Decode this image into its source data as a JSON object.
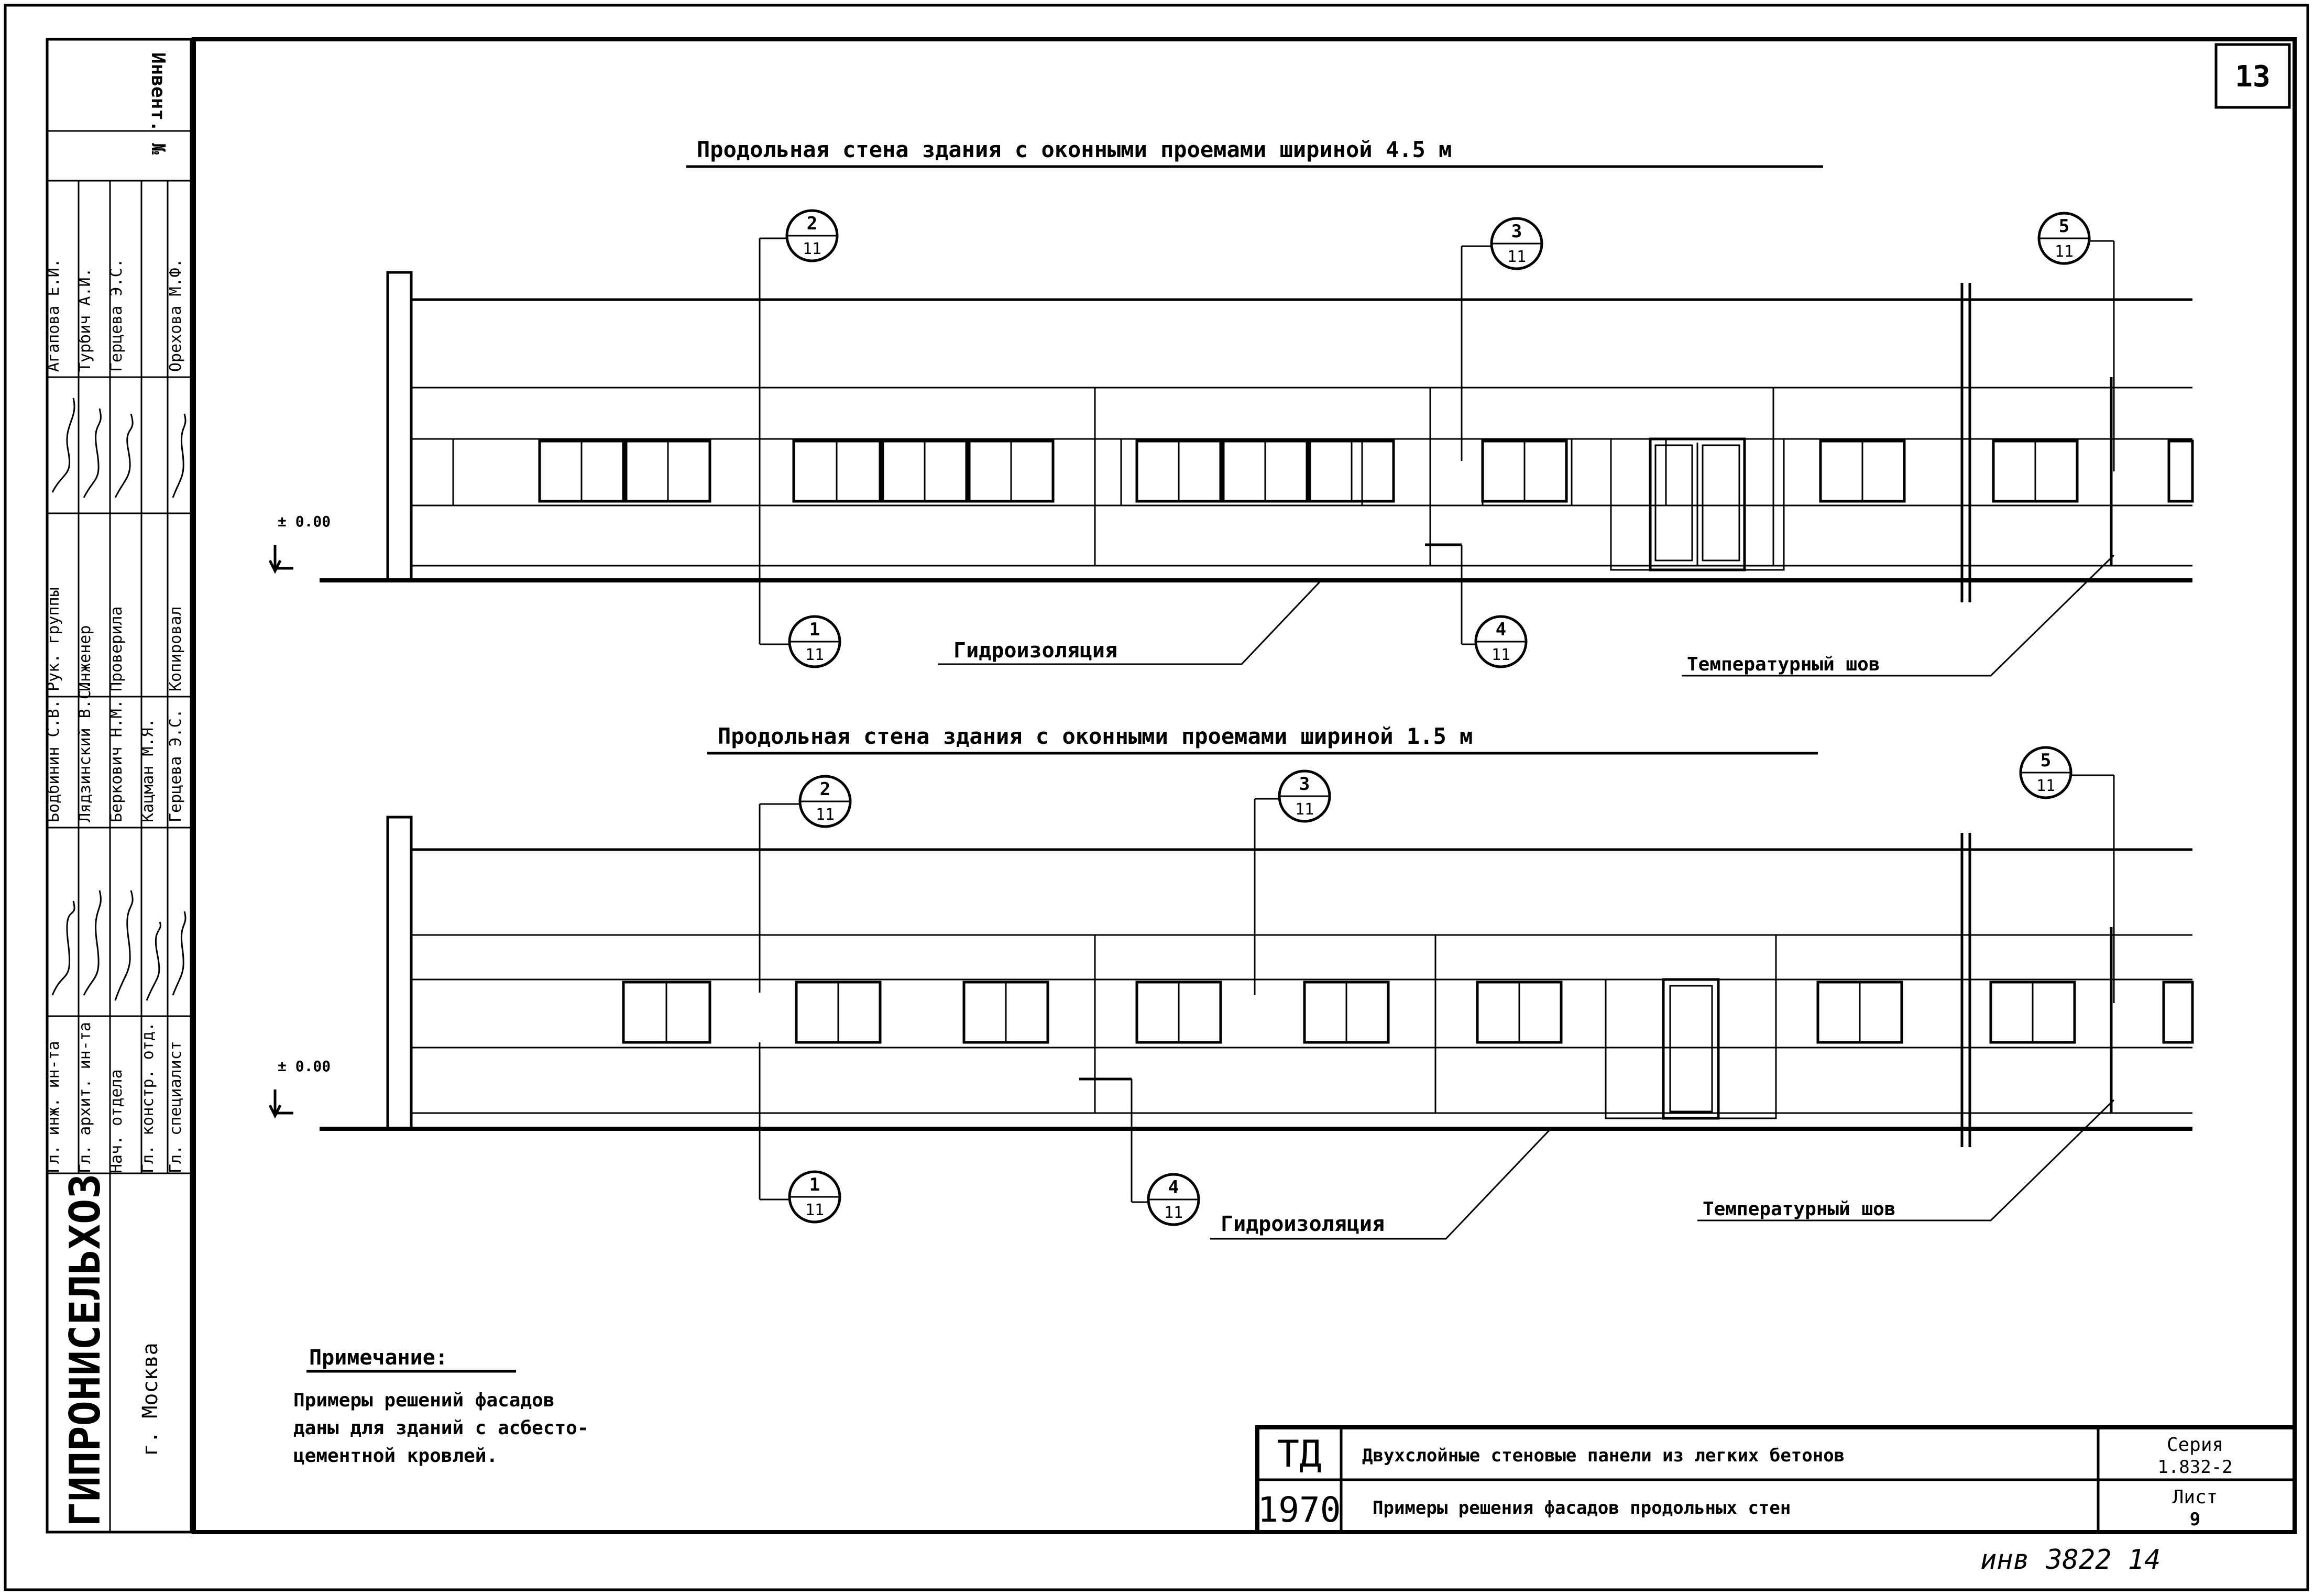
{
  "sheet_number": "13",
  "inventory_label": "Инвент. №",
  "left_stamp": {
    "titles": [
      "Гл. инж. ин-та",
      "Гл. архит. ин-та",
      "Нач. отдела",
      "Гл. констр. отд.",
      "Гл. специалист"
    ],
    "names": [
      "Бодбинин С.В.",
      "Лядзинский В.С.",
      "Беркович Н.М.",
      "Кацман М.Я.",
      "Герцева Э.С."
    ],
    "titles2": [
      "Рук. группы",
      "Инженер",
      "Проверила",
      "Копировал"
    ],
    "names2": [
      "Агапова Е.И.",
      "Турбич А.И.",
      "Герцева Э.С.",
      "Орехова М.Ф."
    ],
    "organization": "ГИПРОНИСЕЛЬХОЗ",
    "city": "г. Москва"
  },
  "facade1": {
    "title": "Продольная стена здания с оконными проемами шириной 4.5 м",
    "level_mark": "± 0.00",
    "callouts": [
      {
        "num": "2",
        "sheet": "11"
      },
      {
        "num": "3",
        "sheet": "11"
      },
      {
        "num": "5",
        "sheet": "11"
      },
      {
        "num": "1",
        "sheet": "11"
      },
      {
        "num": "4",
        "sheet": "11"
      }
    ],
    "label_waterproofing": "Гидроизоляция",
    "label_joint": "Температурный шов"
  },
  "facade2": {
    "title": "Продольная стена здания с оконными проемами шириной 1.5 м",
    "level_mark": "± 0.00",
    "callouts": [
      {
        "num": "2",
        "sheet": "11"
      },
      {
        "num": "3",
        "sheet": "11"
      },
      {
        "num": "5",
        "sheet": "11"
      },
      {
        "num": "1",
        "sheet": "11"
      },
      {
        "num": "4",
        "sheet": "11"
      }
    ],
    "label_waterproofing": "Гидроизоляция",
    "label_joint": "Температурный шов"
  },
  "note": {
    "title": "Примечание:",
    "lines": [
      "Примеры решений фасадов",
      "даны для зданий с асбесто-",
      "цементной кровлей."
    ]
  },
  "title_block": {
    "td": "ТД",
    "year": "1970",
    "title1": "Двухслойные стеновые панели из легких бетонов",
    "title2": "Примеры решения фасадов продольных стен",
    "series_label": "Серия",
    "series_value": "1.832-2",
    "sheet_label": "Лист",
    "sheet_value": "9"
  },
  "handwritten_number": "инв 3822 14"
}
